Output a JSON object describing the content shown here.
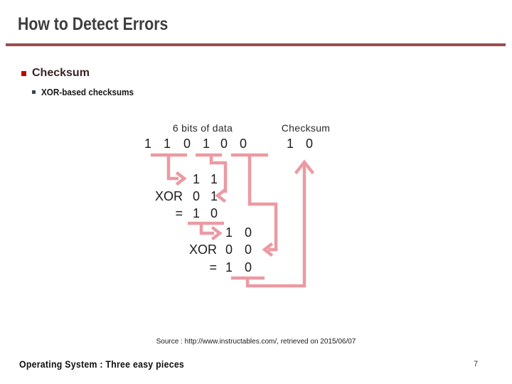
{
  "slide": {
    "title": "How to Detect Errors",
    "bullet1": "Checksum",
    "bullet2": "XOR-based checksums",
    "source": "Source : http://www.instructables.com/, retrieved on 2015/06/07",
    "footer": "Operating System : Three easy pieces",
    "page_number": "7"
  },
  "diagram": {
    "data_label": "6 bits of data",
    "checksum_label": "Checksum",
    "data_bits": [
      "1",
      "1",
      "0",
      "1",
      "0",
      "0"
    ],
    "checksum_bits": [
      "1",
      "0"
    ],
    "xor1": {
      "op": "XOR",
      "eq": "=",
      "a": [
        "1",
        "1"
      ],
      "b": [
        "0",
        "1"
      ],
      "result": [
        "1",
        "0"
      ]
    },
    "xor2": {
      "op": "XOR",
      "eq": "=",
      "a": [
        "1",
        "0"
      ],
      "b": [
        "0",
        "0"
      ],
      "result": [
        "1",
        "0"
      ]
    }
  },
  "colors": {
    "title_text": "#3d3d3d",
    "divider": "#9d4b4f",
    "bullet_square": "#c00000",
    "sub_bullet_square": "#39444e",
    "bullet_text": "#3a2424",
    "diagram_text": "#1c1c1c",
    "diagram_arrow": "#ec9aa2"
  }
}
